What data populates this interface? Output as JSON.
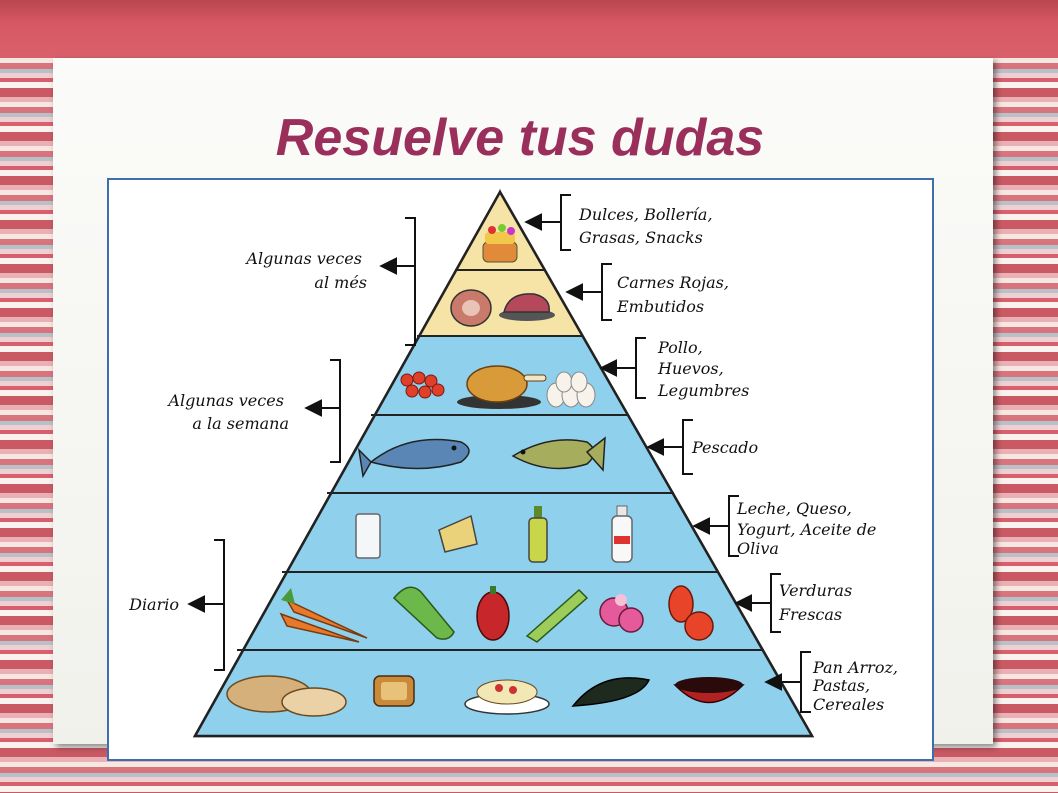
{
  "slide": {
    "title": "Resuelve tus dudas"
  },
  "colors": {
    "accent": "#992f5a",
    "tier_top": "#f6e4a7",
    "tier_body": "#8fd0ec",
    "frame": "#3b6fb0"
  },
  "pyramid": {
    "frequency_groups": [
      {
        "lines": [
          "Algunas veces",
          "al més"
        ]
      },
      {
        "lines": [
          "Algunas veces",
          "a la semana"
        ]
      },
      {
        "lines": [
          "Diario"
        ]
      }
    ],
    "tiers": [
      {
        "lines": [
          "Dulces, Bollería,",
          "Grasas, Snacks"
        ],
        "foods": [
          "cake-icon"
        ]
      },
      {
        "lines": [
          "Carnes Rojas,",
          "Embutidos"
        ],
        "foods": [
          "ham-icon",
          "red-meat-icon"
        ]
      },
      {
        "lines": [
          "Pollo,",
          "Huevos,",
          "Legumbres"
        ],
        "foods": [
          "beans-icon",
          "roast-chicken-icon",
          "eggs-icon"
        ]
      },
      {
        "lines": [
          "Pescado"
        ],
        "foods": [
          "fish-icon",
          "fish-icon"
        ]
      },
      {
        "lines": [
          "Leche, Queso,",
          "Yogurt, Aceite de",
          "Oliva"
        ],
        "foods": [
          "milk-glass-icon",
          "cheese-icon",
          "olive-oil-bottle-icon",
          "yogurt-bottle-icon"
        ]
      },
      {
        "lines": [
          "Verduras",
          "Frescas"
        ],
        "foods": [
          "carrots-icon",
          "celery-icon",
          "pepper-icon",
          "cucumber-icon",
          "radish-icon",
          "tomato-icon"
        ]
      },
      {
        "lines": [
          "Pan Arroz,",
          "Pastas,",
          "Cereales"
        ],
        "foods": [
          "bread-icon",
          "toast-icon",
          "pasta-plate-icon",
          "pepper-dark-icon",
          "rice-bowl-icon"
        ]
      }
    ]
  }
}
